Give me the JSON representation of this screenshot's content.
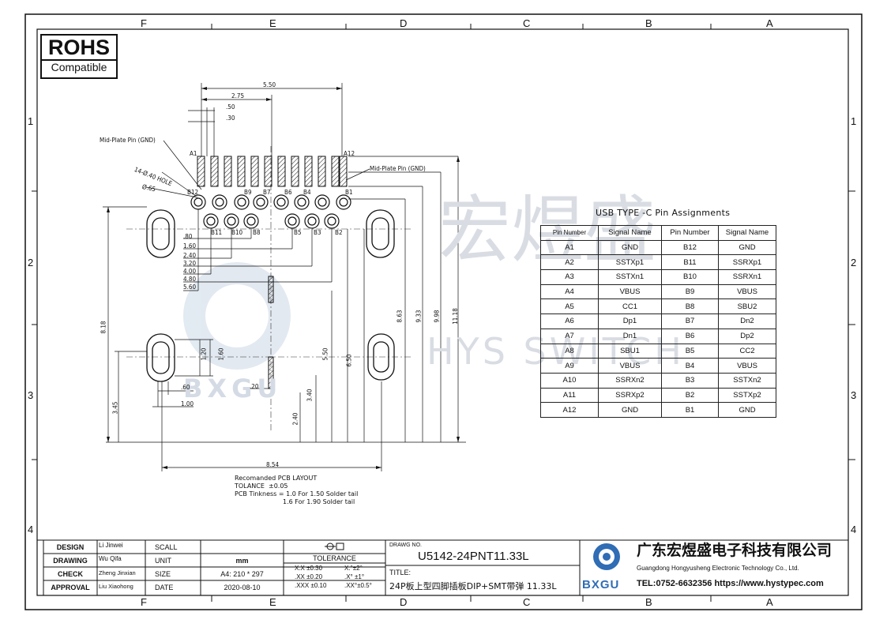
{
  "border": {
    "top_zones": [
      "F",
      "E",
      "D",
      "C",
      "B",
      "A"
    ],
    "bottom_zones": [
      "F",
      "E",
      "D",
      "C",
      "B",
      "A"
    ],
    "left_zones": [
      "1",
      "2",
      "3",
      "4"
    ],
    "right_zones": [
      "1",
      "2",
      "3",
      "4"
    ]
  },
  "rohs": {
    "title": "ROHS",
    "subtitle": "Compatible"
  },
  "watermark": {
    "cn": "宏煜盛",
    "en": "HYS SWITCH",
    "logo": "BXGU"
  },
  "drawing": {
    "pin_labels_top": [
      "A1",
      "A12"
    ],
    "pin_labels_row1": [
      "B12",
      "B9",
      "B7",
      "B6",
      "B4",
      "B1"
    ],
    "pin_labels_row2": [
      "B11",
      "B10",
      "B8",
      "B5",
      "B3",
      "B2"
    ],
    "callouts": {
      "mid_plate_left": "Mid-Plate Pin (GND)",
      "mid_plate_right": "Mid-Plate Pin (GND)",
      "hole": "14-Ø.40 HOLE",
      "diameter": "Ø.65"
    },
    "dims_top": [
      "5.50",
      "2.75",
      ".50",
      ".30"
    ],
    "dims_left_steps": [
      ".80",
      "1.60",
      "2.40",
      "3.20",
      "4.00",
      "4.80",
      "5.60"
    ],
    "dims_vertical": [
      "8.18",
      "3.45",
      "1.20",
      "1.60",
      "2.40",
      "3.40",
      "5.50",
      "6.50",
      "8.63",
      "9.33",
      "9.98",
      "11.18"
    ],
    "dims_misc": [
      ".60",
      "1.00",
      ".20",
      "8.54"
    ],
    "note_lines": [
      "Recomanded PCB LAYOUT",
      "TOLANCE  ±0.05",
      "PCB Tinkness = 1.0 For 1.50 Solder tail",
      "1.6 For 1.90 Solder tail"
    ]
  },
  "pin_table": {
    "title": "USB TYPE -C Pin Assignments",
    "headers": [
      "Pin Number",
      "Signal Name",
      "Pin Number",
      "Signal Name"
    ],
    "rows": [
      [
        "A1",
        "GND",
        "B12",
        "GND"
      ],
      [
        "A2",
        "SSTXp1",
        "B11",
        "SSRXp1"
      ],
      [
        "A3",
        "SSTXn1",
        "B10",
        "SSRXn1"
      ],
      [
        "A4",
        "VBUS",
        "B9",
        "VBUS"
      ],
      [
        "A5",
        "CC1",
        "B8",
        "SBU2"
      ],
      [
        "A6",
        "Dp1",
        "B7",
        "Dn2"
      ],
      [
        "A7",
        "Dn1",
        "B6",
        "Dp2"
      ],
      [
        "A8",
        "SBU1",
        "B5",
        "CC2"
      ],
      [
        "A9",
        "VBUS",
        "B4",
        "VBUS"
      ],
      [
        "A10",
        "SSRXn2",
        "B3",
        "SSTXn2"
      ],
      [
        "A11",
        "SSRXp2",
        "B2",
        "SSTXp2"
      ],
      [
        "A12",
        "GND",
        "B1",
        "GND"
      ]
    ]
  },
  "title_block": {
    "labels": [
      "DESIGN",
      "DRAWING",
      "CHECK",
      "APPROVAL"
    ],
    "names": [
      "Li Jinwei",
      "Wu Qifa",
      "Zheng Jinxian",
      "Liu Xiaohong"
    ],
    "keys": [
      "SCALL",
      "UNIT",
      "SIZE",
      "DATE"
    ],
    "values": [
      "",
      "mm",
      "A4: 210 * 297",
      "2020-08-10"
    ],
    "tolerance_title": "TOLERANCE",
    "tolerance_rows": [
      [
        "X.X  ±0.30",
        "X.°±2°"
      ],
      [
        ".XX  ±0.20",
        ".X° ±1°"
      ],
      [
        ".XXX  ±0.10",
        ".XX°±0.5°"
      ]
    ],
    "drawing_no_label": "DRAWG NO.",
    "drawing_no": "U5142-24PNT11.33L",
    "title_label": "TITLE:",
    "title": "24P板上型四脚插板DIP+SMT带弹 11.33L",
    "company_cn": "广东宏煜盛电子科技有限公司",
    "company_en": "Guangdong Hongyusheng Electronic Technology Co., Ltd.",
    "contact": "TEL:0752-6632356  https://www.hystypec.com",
    "logo_text": "BXGU"
  }
}
